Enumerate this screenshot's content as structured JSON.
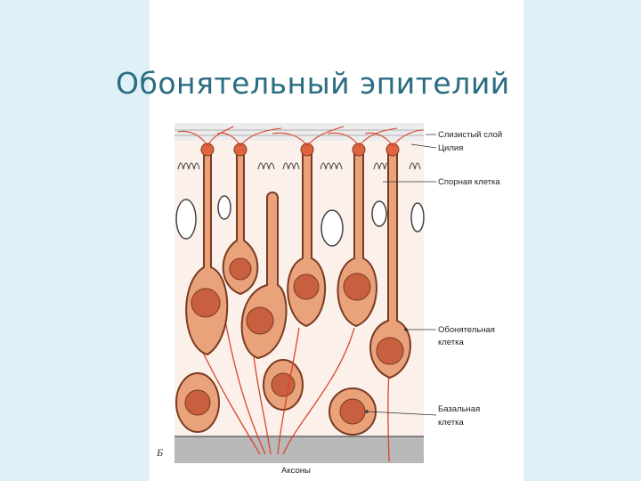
{
  "slide": {
    "title": "Обонятельный эпителий"
  },
  "figure": {
    "panel_label": "Б",
    "labels": {
      "mucus_layer": "Слизистый слой",
      "cilia": "Цилия",
      "supporting_cell": "Спорная клетка",
      "olfactory_cell_line1": "Обонятельная",
      "olfactory_cell_line2": "клетка",
      "basal_cell_line1": "Базальная",
      "basal_cell_line2": "клетка",
      "axons": "Аксоны"
    }
  },
  "colors": {
    "background_side": "#dff1f6",
    "title": "#2a6c81",
    "cell_fill": "#eaa27b",
    "cell_outline": "#7a3b22",
    "nucleus": "#c8603f",
    "axon": "#d8442c",
    "basement": "#b9b9b9"
  }
}
